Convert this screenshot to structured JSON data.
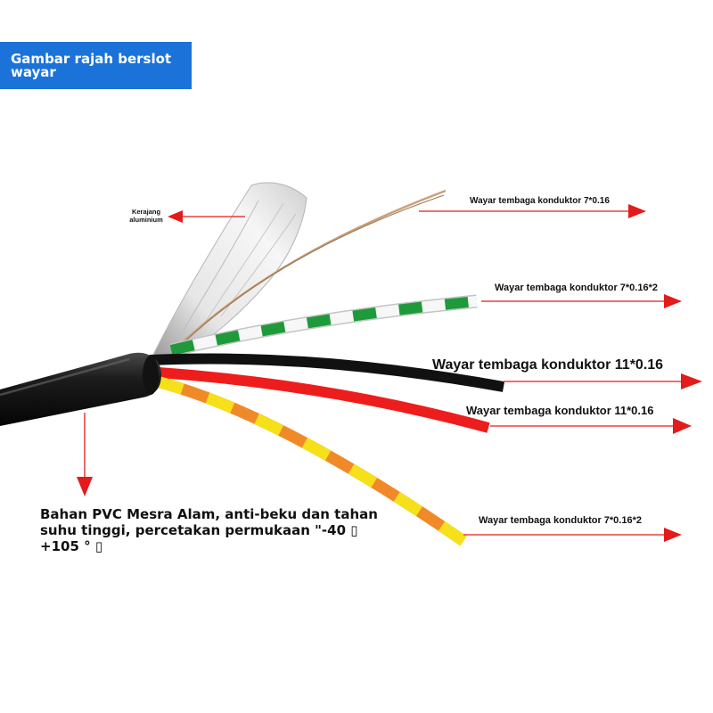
{
  "banner": {
    "line1": "Gambar rajah berslot",
    "line2": "wayar"
  },
  "labels": {
    "aluminium_foil": {
      "line1": "Kerajang",
      "line2": "aluminium"
    },
    "drain_wire": "Wayar tembaga konduktor 7*0.16",
    "green_white_pair": "Wayar tembaga konduktor 7*0.16*2",
    "black_wire": "Wayar tembaga konduktor 11*0.16",
    "red_wire": "Wayar tembaga konduktor 11*0.16",
    "yellow_orange_pair": "Wayar tembaga konduktor 7*0.16*2",
    "jacket": {
      "line1": "Bahan PVC Mesra Alam, anti-beku dan tahan",
      "line2": "suhu tinggi, percetakan permukaan \"-40 ▯",
      "line3": "+105 ° ▯"
    }
  },
  "colors": {
    "banner": "#1b73d9",
    "banner_text": "#ffffff",
    "arrow": "#e31b1b",
    "jacket": "#121212",
    "drain_wire": "#c8a07a",
    "green": "#1f9a3a",
    "white": "#f7f7f7",
    "black_wire": "#111111",
    "red_wire": "#ee1d1d",
    "yellow": "#f6e01a",
    "orange": "#f08a28"
  }
}
